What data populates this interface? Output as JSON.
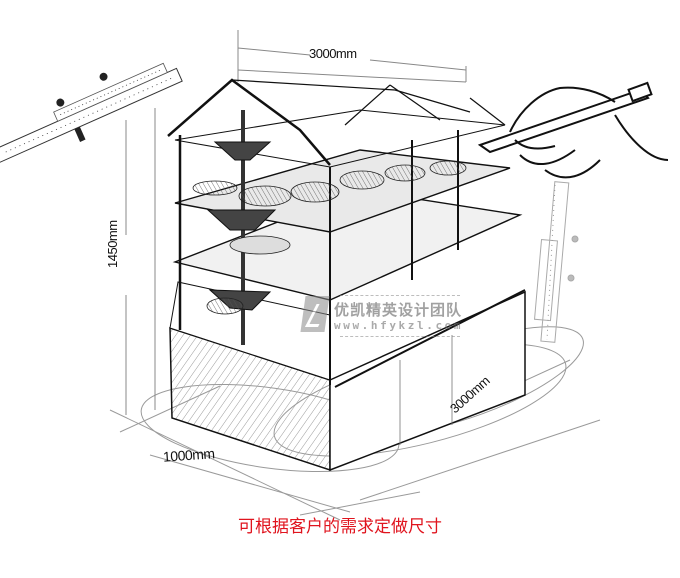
{
  "illustration": {
    "subject": "bakery display cabinet sketch",
    "style": "pencil sketch with dimension annotations"
  },
  "dimensions": {
    "width_top": "3000mm",
    "height": "1450mm",
    "depth": "1000mm",
    "length": "3000mm"
  },
  "watermark": {
    "title": "优凯精英设计团队",
    "url": "www.hfykzl.com"
  },
  "caption": {
    "text": "可根据客户的需求定做尺寸",
    "color": "#e0141e"
  },
  "decorations": [
    "ruler-left",
    "ruler-right",
    "hand-with-pencil"
  ]
}
